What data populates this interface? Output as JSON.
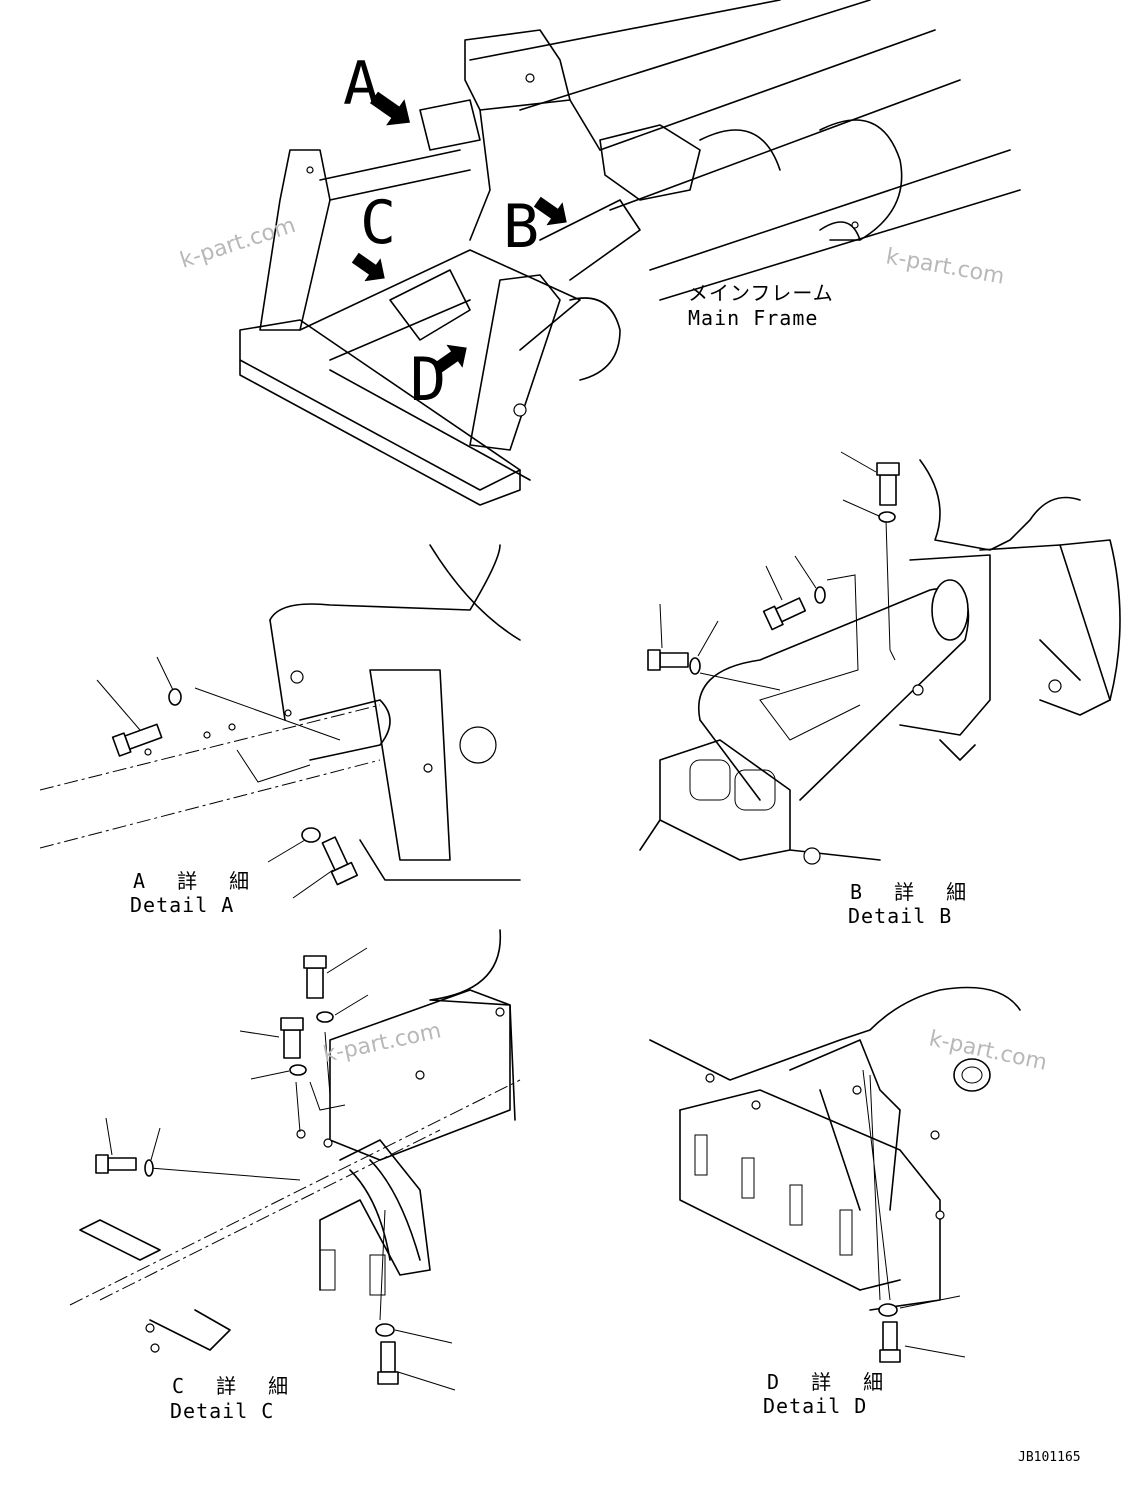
{
  "overview": {
    "callouts": [
      "A",
      "B",
      "C",
      "D"
    ],
    "label_jp": "メインフレーム",
    "label_en": "Main Frame"
  },
  "details": {
    "a": {
      "jp": "A 詳 細",
      "en": "Detail A"
    },
    "b": {
      "jp": "B 詳 細",
      "en": "Detail B"
    },
    "c": {
      "jp": "C 詳 細",
      "en": "Detail C"
    },
    "d": {
      "jp": "D 詳 細",
      "en": "Detail D"
    }
  },
  "watermark": "k-part.com",
  "drawing_code": "JB101165"
}
